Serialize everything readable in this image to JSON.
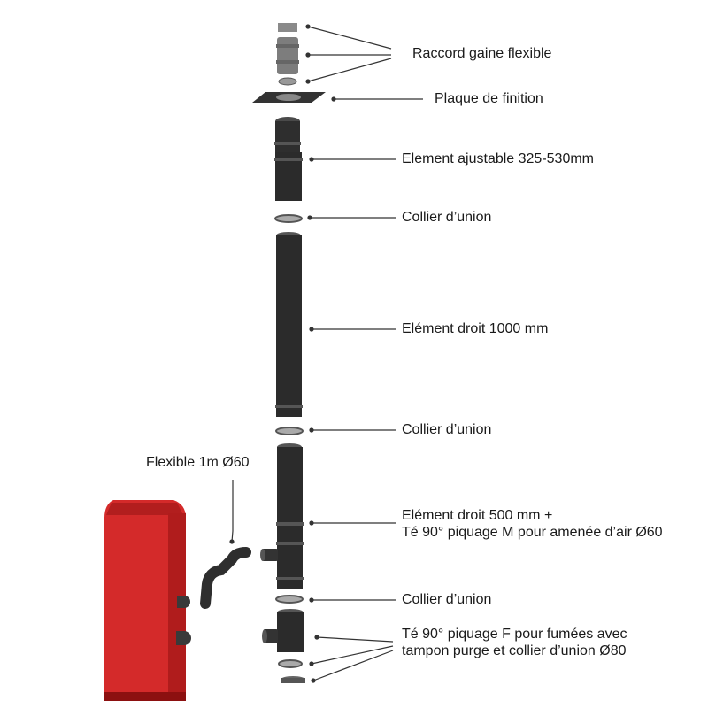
{
  "labels": {
    "raccord": "Raccord gaine flexible",
    "plaque": "Plaque de finition",
    "ajustable": "Element ajustable 325-530mm",
    "collier_1": "Collier d’union",
    "droit_1000": "Elément droit 1000 mm",
    "collier_2": "Collier d’union",
    "flexible": "Flexible 1m Ø60",
    "droit_500_line1": "Elément droit 500 mm +",
    "droit_500_line2": "Té 90° piquage M pour amenée d’air Ø60",
    "collier_3": "Collier d’union",
    "te_line1": "Té 90° piquage F pour fumées avec",
    "te_line2": "tampon purge et collier d’union Ø80"
  },
  "colors": {
    "stove_red": "#d42a2a",
    "stove_dark_red": "#9e1414",
    "pipe_black": "#2b2b2b",
    "ring_grey": "#8a8a8a",
    "leader": "#333333"
  }
}
